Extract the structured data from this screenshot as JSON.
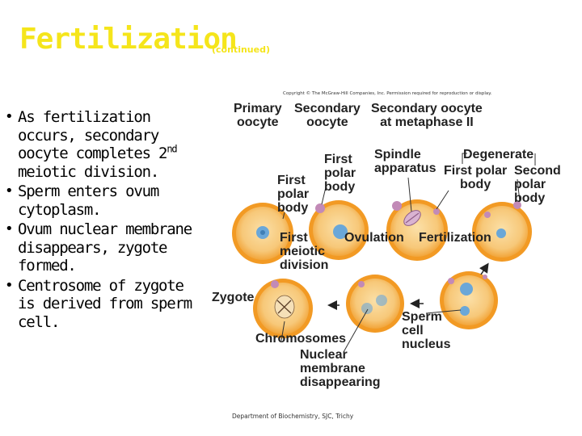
{
  "slide": {
    "title": "Fertilization",
    "subtitle": "(continued)",
    "bullets": [
      {
        "pre": "As fertilization occurs, secondary oocyte completes 2",
        "sup": "nd",
        "post": " meiotic division."
      },
      {
        "pre": "Sperm enters ovum cytoplasm.",
        "sup": "",
        "post": ""
      },
      {
        "pre": "Ovum nuclear membrane disappears, zygote formed.",
        "sup": "",
        "post": ""
      },
      {
        "pre": "Centrosome of zygote is derived from sperm cell.",
        "sup": "",
        "post": ""
      }
    ],
    "footer": "Department of Biochemistry, SJC, Trichy"
  },
  "figure": {
    "copyright": "Copyright © The McGraw-Hill Companies, Inc. Permission required for reproduction or display.",
    "labels": {
      "primary_oocyte": "Primary\noocyte",
      "secondary_oocyte": "Secondary\noocyte",
      "secondary_oocyte_metaphase": "Secondary oocyte\nat metaphase II",
      "first_polar_body_top": "First\npolar\nbody",
      "first_polar_body_left": "First\npolar\nbody",
      "spindle_apparatus": "Spindle\napparatus",
      "degenerate": "Degenerate",
      "first_polar_body_right": "First polar\nbody",
      "second_polar_body": "Second\npolar\nbody",
      "first_meiotic_division": "First\nmeiotic\ndivision",
      "ovulation": "Ovulation",
      "fertilization": "Fertilization",
      "zygote": "Zygote",
      "chromosomes": "Chromosomes",
      "nuclear_membrane": "Nuclear\nmembrane\ndisappearing",
      "sperm_cell_nucleus": "Sperm\ncell\nnucleus"
    },
    "colors": {
      "cell_outer": "#f29a24",
      "cell_inner": "#f7c879",
      "nucleus": "#6aa7d8",
      "polar_body": "#c28ab7",
      "title": "#f5e51b"
    }
  }
}
